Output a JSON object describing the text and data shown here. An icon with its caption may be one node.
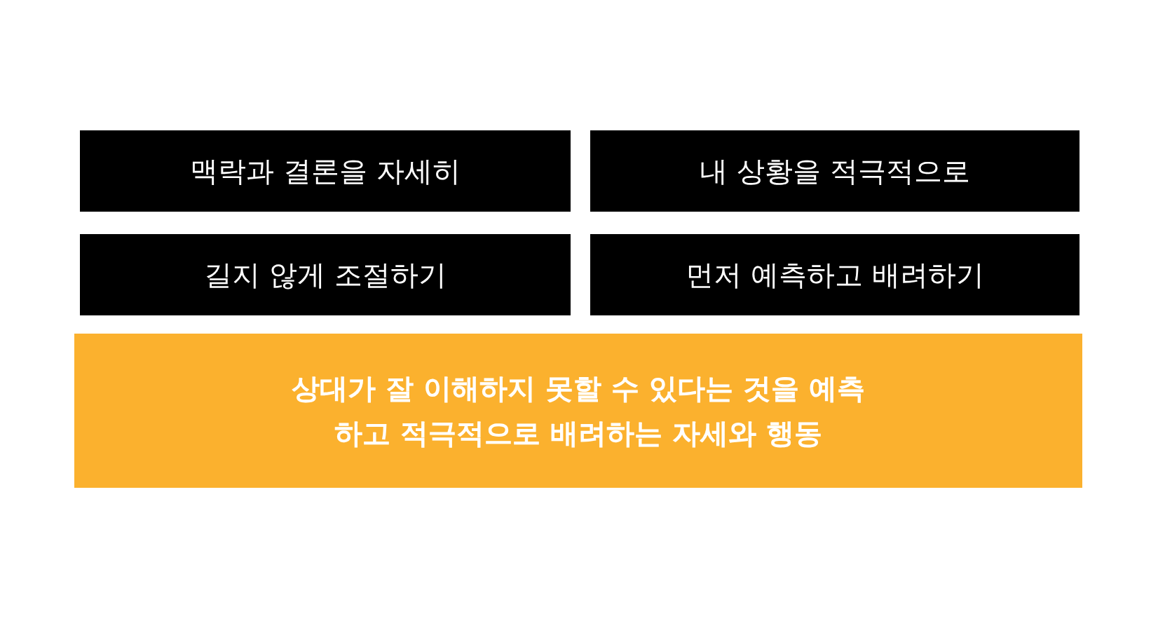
{
  "diagram": {
    "nodes": [
      {
        "text": [
          "맥락과 결론을 자세히"
        ]
      },
      {
        "text": [
          "내 상황을 적극적으로"
        ]
      },
      {
        "text": [
          "길지 않게 조절하기"
        ]
      },
      {
        "text": [
          "먼저 예측하고 배려하기"
        ]
      },
      {
        "text": [
          "상대가 잘 이해하지 못할 수 있다는 것을 예측하고 적극적으로 배려하는 자세와 행동"
        ]
      }
    ],
    "edges": []
  }
}
